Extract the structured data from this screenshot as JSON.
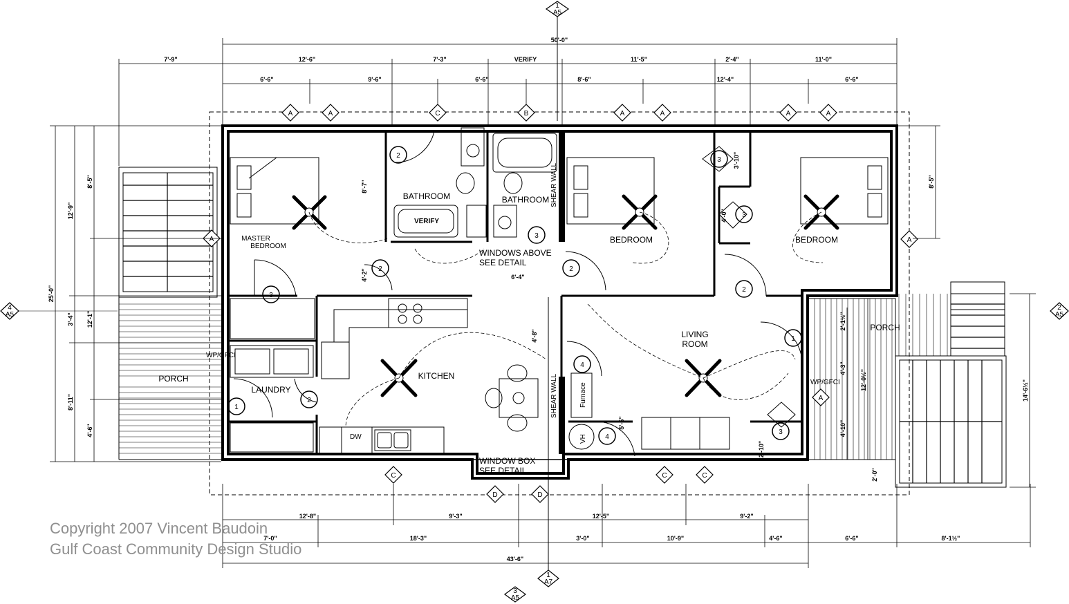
{
  "dimensions": {
    "overall_top": "50'-0\"",
    "top_row1": [
      "7'-9\"",
      "12'-6\"",
      "7'-3\"",
      "VERIFY",
      "11'-5\"",
      "2'-4\"",
      "11'-0\""
    ],
    "top_row2": [
      "6'-6\"",
      "9'-6\"",
      "6'-6\"",
      "8'-6\"",
      "12'-4\"",
      "6'-6\""
    ],
    "left_overall": "25'-0\"",
    "left_row1": [
      "12'-9\"",
      "3'-4\"",
      "8'-11\""
    ],
    "left_row2": [
      "8'-5\"",
      "12'-1\"",
      "4'-6\""
    ],
    "right_outer": "14'-6½\"",
    "right_top": "8'-5\"",
    "right_inner": [
      "2'-1½\"",
      "4'-3\"",
      "12'-0½\"",
      "4'-10\"",
      "2'-0\""
    ],
    "bottom_row1": [
      "12'-8\"",
      "9'-3\"",
      "12'-5\"",
      "9'-2\""
    ],
    "bottom_row2": [
      "7'-0\"",
      "18'-3\"",
      "3'-0\"",
      "10'-9\"",
      "4'-6\"",
      "6'-6\"",
      "8'-1½\""
    ],
    "bottom_overall": "43'-6\"",
    "interior": [
      "8'-7\"",
      "4'-2\"",
      "6'-4\"",
      "4'-8\"",
      "3'-10\"",
      "4'-0\"",
      "2'-10\"",
      "5'-6\""
    ]
  },
  "rooms": {
    "master_bedroom_1": "MASTER",
    "master_bedroom_2": "BEDROOM",
    "bathroom_1": "BATHROOM",
    "bathroom_2": "BATHROOM",
    "bedroom_1": "BEDROOM",
    "bedroom_2": "BEDROOM",
    "living_1": "LIVING",
    "living_2": "ROOM",
    "kitchen": "KITCHEN",
    "laundry": "LAUNDRY",
    "porch_left": "PORCH",
    "porch_right": "PORCH"
  },
  "notes": {
    "verify_tub": "VERIFY",
    "windows_above_1": "WINDOWS ABOVE",
    "windows_above_2": "SEE DETAIL",
    "window_box_1": "WINDOW BOX",
    "window_box_2": "SEE DETAIL",
    "shear_wall": "SHEAR WALL",
    "dw": "DW",
    "vh": "VH",
    "furnace": "Furnace",
    "wp_gfci": "WP/GFCI",
    "gfci": "GFCI"
  },
  "door_tags": [
    "1",
    "2",
    "3",
    "4"
  ],
  "window_tags": [
    "A",
    "B",
    "C",
    "D"
  ],
  "section_markers": [
    {
      "num": "1",
      "sheet": "A5"
    },
    {
      "num": "4",
      "sheet": "A5"
    },
    {
      "num": "2",
      "sheet": "A5"
    },
    {
      "num": "1",
      "sheet": "A7"
    },
    {
      "num": "3",
      "sheet": "A5"
    }
  ],
  "copyright": {
    "line1": "Copyright 2007 Vincent Baudoin",
    "line2": "Gulf Coast Community Design Studio"
  }
}
